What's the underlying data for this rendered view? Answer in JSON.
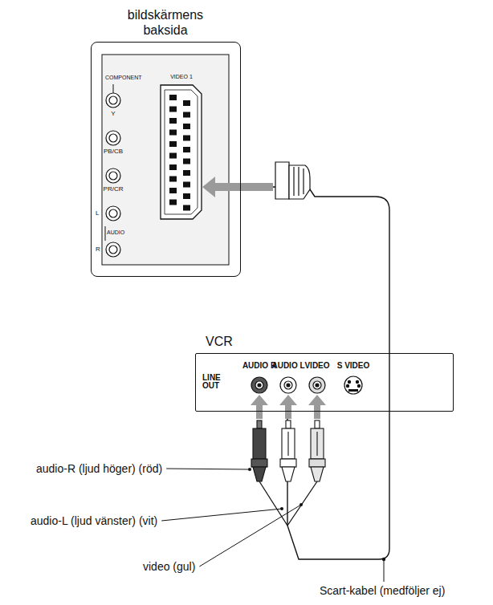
{
  "diagram": {
    "nodes": [
      {
        "text": [
          "bildskärmens baksida"
        ]
      },
      {
        "text": [
          "VCR"
        ]
      }
    ],
    "edges": [
      {
        "from": 1,
        "to": 0,
        "arrow": "none",
        "label": "Scart-kabel (medföljer ej)"
      }
    ],
    "labels": [
      "COMPONENT",
      "Y",
      "PB/CB",
      "PR/CR",
      "L",
      "AUDIO",
      "R",
      "VIDEO 1",
      "AUDIO R",
      "AUDIO L",
      "VIDEO",
      "S VIDEO",
      "LINE OUT",
      "audio-R (ljud höger) (röd)",
      "audio-L (ljud vänster) (vit)",
      "video (gul)"
    ]
  }
}
